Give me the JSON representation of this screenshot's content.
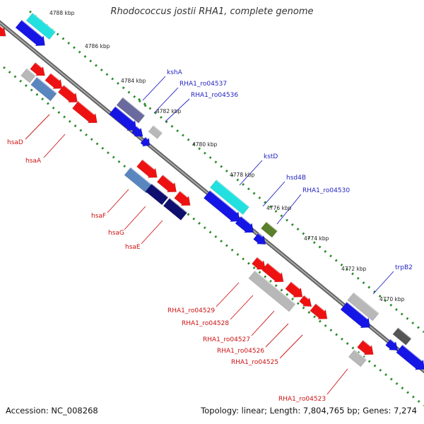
{
  "title": "Rhodococcus jostii RHA1, complete genome",
  "footer": {
    "accession": "Accession: NC_008268",
    "topology": "Topology: linear; Length: 7,804,765 bp; Genes: 7,274"
  },
  "colors": {
    "backbone": "#7f7f7f",
    "ruler": "#2a8a2a",
    "label_blue": "#1f1fbf",
    "label_red": "#cc1111",
    "red": "#ee1111",
    "blue": "#1515e6",
    "cyan": "#22e0e0",
    "gray": "#b8b8b8",
    "steel": "#5a86c0",
    "navy": "#0f0f70",
    "olive": "#5b7f2a",
    "slate": "#6a6a9e",
    "dark": "#555555"
  },
  "kbp_labels": [
    "4788 kbp",
    "4786 kbp",
    "4784 kbp",
    "4782 kbp",
    "4780 kbp",
    "4778 kbp",
    "4776 kbp",
    "4774 kbp",
    "4772 kbp",
    "4770 kbp"
  ],
  "labels_blue": [
    "kshA",
    "RHA1_ro04537",
    "RHA1_ro04536",
    "kstD",
    "hsd4B",
    "RHA1_ro04530",
    "trpB2"
  ],
  "labels_red": [
    "hsaD",
    "hsaA",
    "hsaF",
    "hsaG",
    "hsaE",
    "RHA1_ro04529",
    "RHA1_ro04528",
    "RHA1_ro04527",
    "RHA1_ro04526",
    "RHA1_ro04525",
    "RHA1_ro04523"
  ]
}
